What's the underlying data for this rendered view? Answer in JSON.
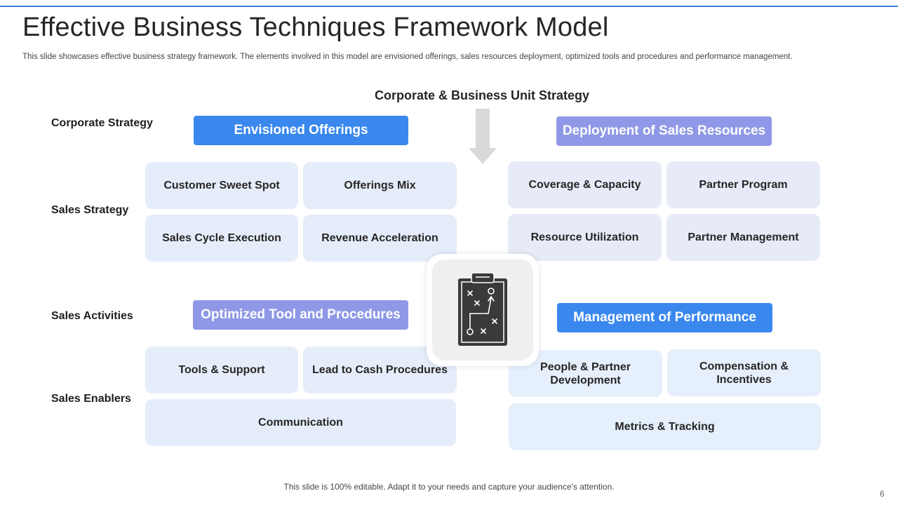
{
  "slide": {
    "title": "Effective Business Techniques Framework Model",
    "subtitle": "This slide showcases effective business strategy framework. The elements involved in this model are envisioned offerings, sales resources deployment, optimized tools and procedures and performance management.",
    "center_heading": "Corporate & Business Unit Strategy",
    "footer": "This slide is 100% editable. Adapt it to your needs and capture your audience's attention.",
    "page_number": "6"
  },
  "row_labels": {
    "corporate": "Corporate Strategy",
    "sales_strategy": "Sales Strategy",
    "sales_activities": "Sales Activities",
    "sales_enablers": "Sales Enablers"
  },
  "quadrants": {
    "top_left": {
      "heading": "Envisioned Offerings",
      "cells": [
        "Customer Sweet Spot",
        "Offerings Mix",
        "Sales Cycle Execution",
        "Revenue Acceleration"
      ]
    },
    "top_right": {
      "heading": "Deployment of Sales Resources",
      "cells": [
        "Coverage & Capacity",
        "Partner Program",
        "Resource Utilization",
        "Partner Management"
      ]
    },
    "bottom_left": {
      "heading": "Optimized Tool and Procedures",
      "cells": [
        "Tools & Support",
        "Lead to Cash Procedures",
        "Communication"
      ]
    },
    "bottom_right": {
      "heading": "Management of Performance",
      "cells": [
        "People & Partner Development",
        "Compensation & Incentives",
        "Metrics & Tracking"
      ]
    }
  },
  "icons": {
    "center": "strategy-clipboard-icon",
    "arrow": "down-arrow-icon"
  },
  "colors": {
    "accent_blue": "#3a88ee",
    "accent_purple": "#8f98e6",
    "cell_fill": "#e6edfa"
  }
}
